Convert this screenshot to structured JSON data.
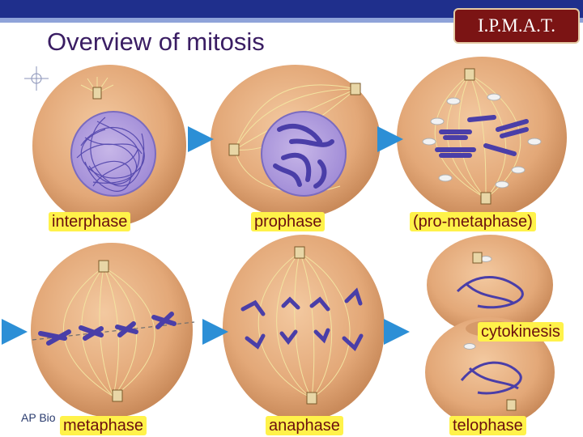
{
  "title": "Overview of mitosis",
  "logo_text": "I.P.M.A.T.",
  "footer_text": "AP Bio",
  "stages": {
    "interphase": "interphase",
    "prophase": "prophase",
    "prometaphase": "(pro-metaphase)",
    "metaphase": "metaphase",
    "anaphase": "anaphase",
    "telophase": "telophase",
    "cytokinesis": "cytokinesis"
  },
  "colors": {
    "banner": "#1f2f8c",
    "title_text": "#3a1d63",
    "logo_bg": "#7b1414",
    "label_bg": "#fff24a",
    "label_text": "#6b0f0f",
    "cell_fill": "#e3a878",
    "chromosome": "#5a4fbf",
    "arrow": "#2c8fd6"
  }
}
